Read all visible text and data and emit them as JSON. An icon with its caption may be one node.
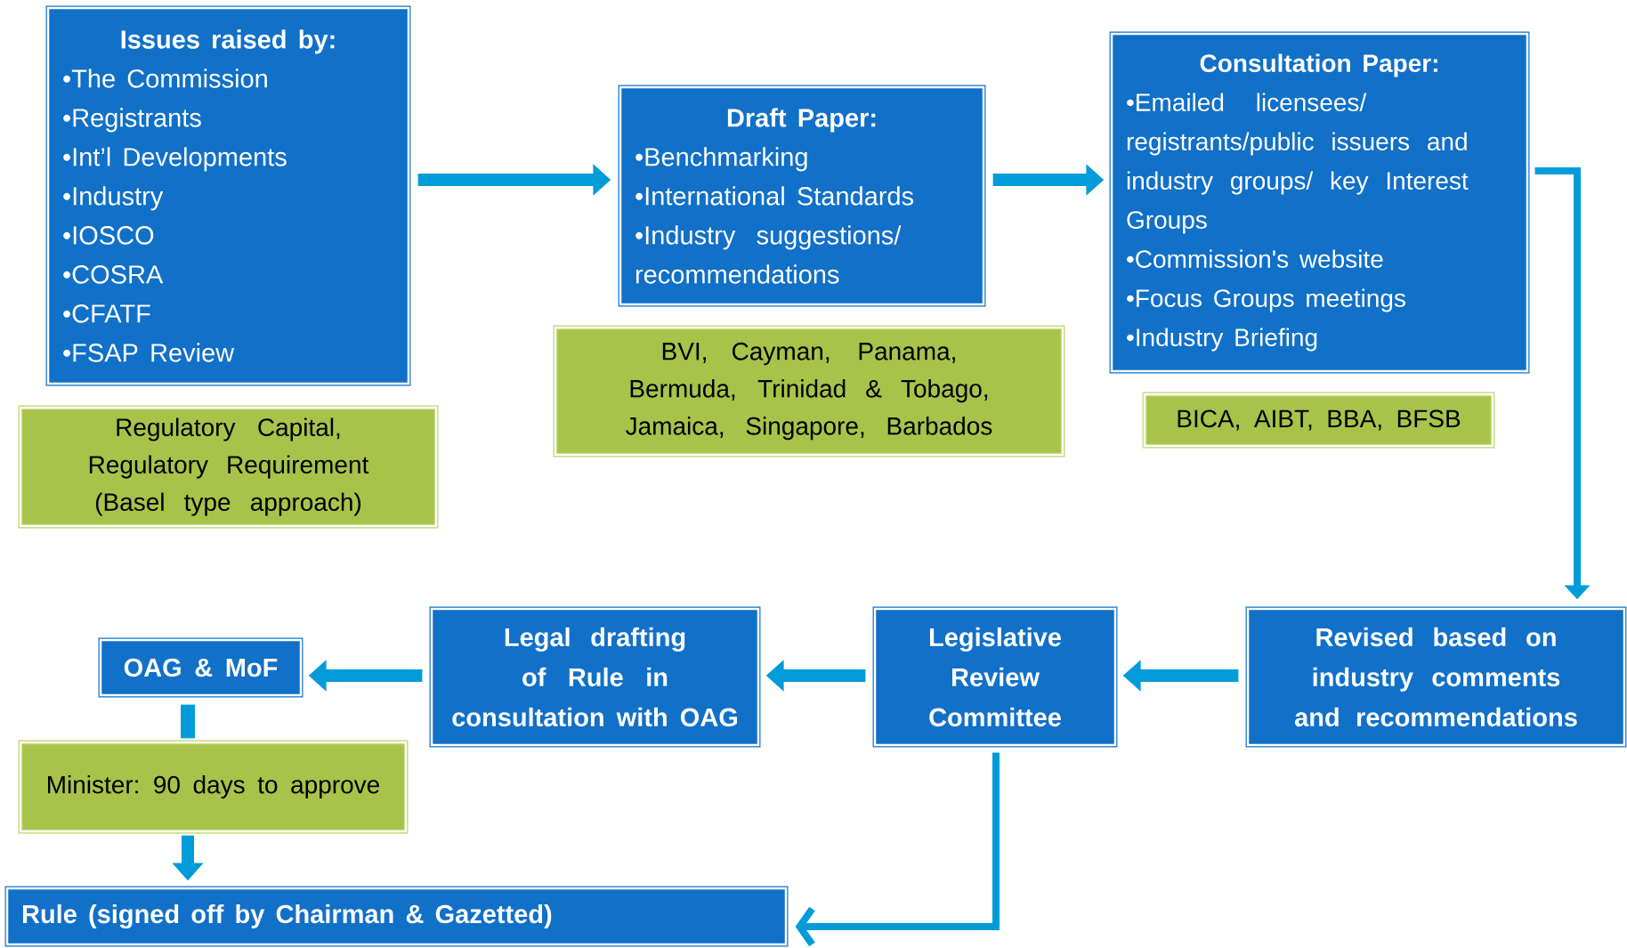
{
  "diagram": {
    "nodes": [
      {
        "text": [
          "Issues raised by:",
          "•The Commission",
          "•Registrants",
          "•Int’l Developments",
          "•Industry",
          "•IOSCO",
          "•COSRA",
          "•CFATF",
          "•FSAP Review"
        ]
      },
      {
        "text": [
          "Regulatory Capital, Regulatory Requirement (Basel type approach)"
        ]
      },
      {
        "text": [
          "Draft Paper:",
          "•Benchmarking",
          "•International Standards",
          "•Industry suggestions/ recommendations"
        ]
      },
      {
        "text": [
          "BVI, Cayman, Panama, Bermuda, Trinidad & Tobago, Jamaica, Singapore, Barbados"
        ]
      },
      {
        "text": [
          "Consultation Paper:",
          "•Emailed licensees/ registrants/public issuers and industry groups/ key Interest Groups",
          "•Commission's website",
          "•Focus Groups meetings",
          "•Industry Briefing"
        ]
      },
      {
        "text": [
          "BICA, AIBT,  BBA,  BFSB"
        ]
      },
      {
        "text": [
          "Revised based on industry comments and recommendations"
        ]
      },
      {
        "text": [
          "Legislative Review Committee"
        ]
      },
      {
        "text": [
          "Legal drafting of Rule in consultation with OAG"
        ]
      },
      {
        "text": [
          "OAG & MoF"
        ]
      },
      {
        "text": [
          "Minister: 90 days to approve"
        ]
      },
      {
        "text": [
          "Rule (signed off by Chairman & Gazetted)"
        ]
      }
    ],
    "edges": [
      {
        "from": 0,
        "to": 2,
        "arrow": "to"
      },
      {
        "from": 2,
        "to": 4,
        "arrow": "to"
      },
      {
        "from": 4,
        "to": 6,
        "arrow": "to"
      },
      {
        "from": 6,
        "to": 7,
        "arrow": "to"
      },
      {
        "from": 7,
        "to": 8,
        "arrow": "to"
      },
      {
        "from": 8,
        "to": 9,
        "arrow": "to"
      },
      {
        "from": 9,
        "to": 10,
        "arrow": "none"
      },
      {
        "from": 10,
        "to": 11,
        "arrow": "to"
      },
      {
        "from": 7,
        "to": 11,
        "arrow": "to"
      }
    ]
  }
}
